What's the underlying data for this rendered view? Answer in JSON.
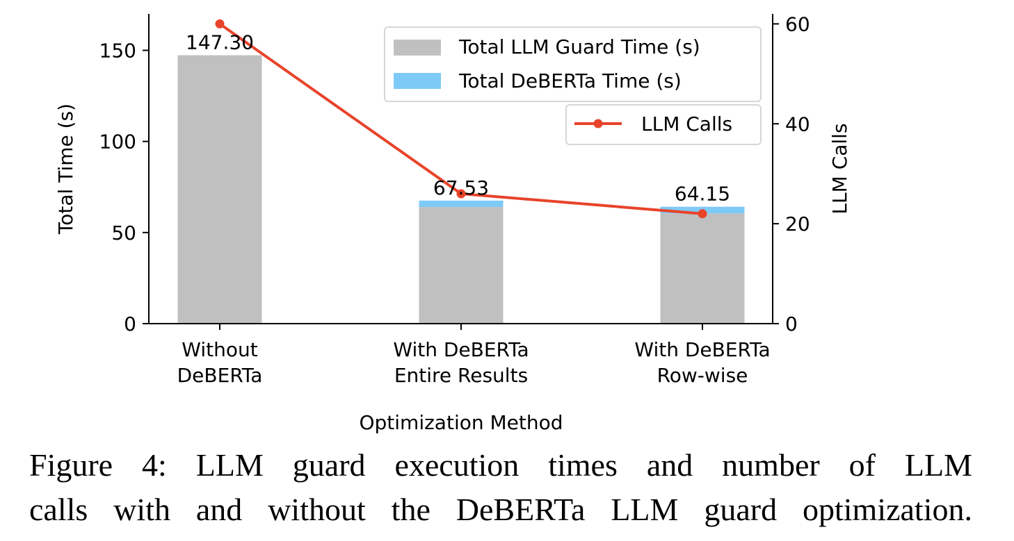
{
  "chart_data": {
    "type": "bar",
    "categories": [
      [
        "Without",
        "DeBERTa"
      ],
      [
        "With DeBERTa",
        "Entire Results"
      ],
      [
        "With DeBERTa",
        "Row-wise"
      ]
    ],
    "series": [
      {
        "name": "Total LLM Guard Time (s)",
        "values": [
          147.3,
          64.0,
          60.5
        ],
        "color": "#c0c0c0",
        "axis": "left"
      },
      {
        "name": "Total DeBERTa Time (s)",
        "values": [
          0,
          3.53,
          3.65
        ],
        "color": "#7ecaf7",
        "axis": "left"
      },
      {
        "name": "LLM Calls",
        "type": "line",
        "values": [
          60,
          26,
          22
        ],
        "color": "#e8432a",
        "axis": "right"
      }
    ],
    "totals": [
      "147.30",
      "67.53",
      "64.15"
    ],
    "xlabel": "Optimization Method",
    "ylabel": "Total Time (s)",
    "y2label": "LLM Calls",
    "ylim": [
      0,
      170
    ],
    "y2lim": [
      0,
      62
    ],
    "yticks": [
      0,
      50,
      100,
      150
    ],
    "y2ticks": [
      0,
      20,
      40,
      60
    ],
    "legend_placement": "top-right",
    "grid": false
  },
  "caption": {
    "line1": "Figure 4: LLM guard execution times and number of LLM",
    "line2": "calls with and without the DeBERTa LLM guard optimization."
  }
}
